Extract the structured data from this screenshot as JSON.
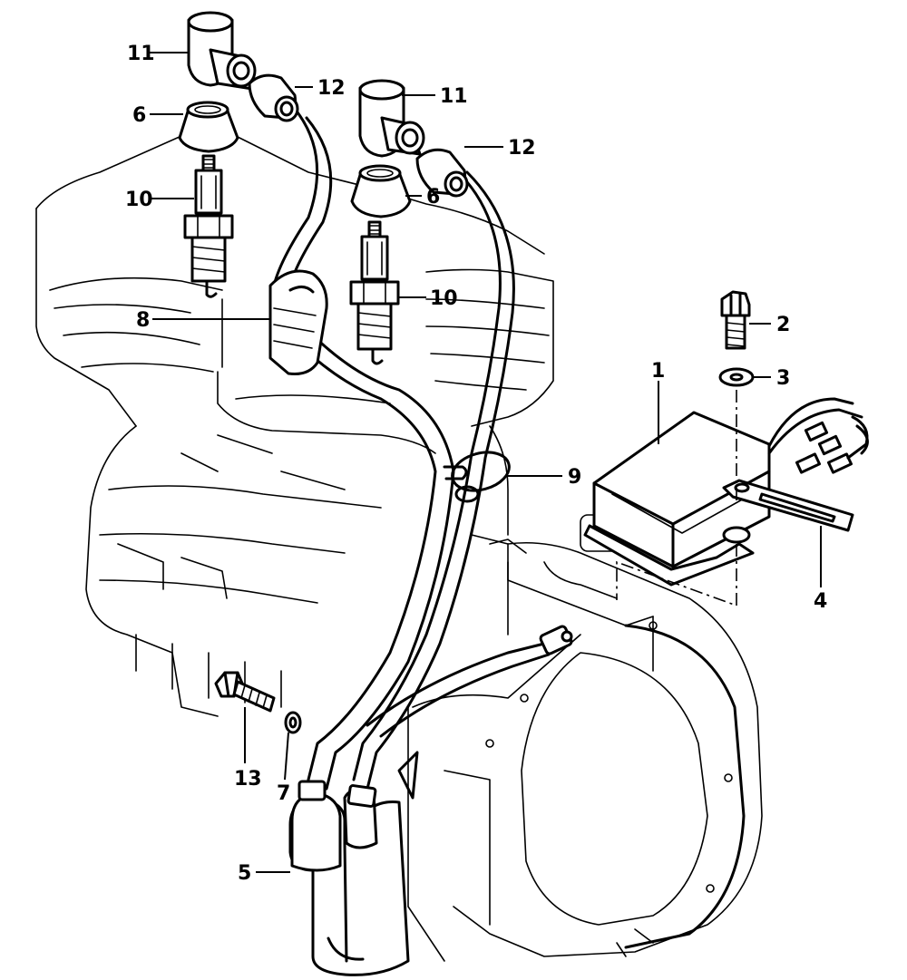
{
  "diagram": {
    "callouts": [
      {
        "id": "c1",
        "label": "1",
        "part": "voltage-regulator"
      },
      {
        "id": "c2",
        "label": "2",
        "part": "regulator-bolt"
      },
      {
        "id": "c3",
        "label": "3",
        "part": "regulator-washer"
      },
      {
        "id": "c4",
        "label": "4",
        "part": "mounting-bracket"
      },
      {
        "id": "c5",
        "label": "5",
        "part": "ignition-coil"
      },
      {
        "id": "c6a",
        "label": "6",
        "part": "spark-plug-boot-left"
      },
      {
        "id": "c6b",
        "label": "6",
        "part": "spark-plug-boot-right"
      },
      {
        "id": "c7",
        "label": "7",
        "part": "coil-washer"
      },
      {
        "id": "c8",
        "label": "8",
        "part": "wire-grommet"
      },
      {
        "id": "c9",
        "label": "9",
        "part": "wire-clamp"
      },
      {
        "id": "c10a",
        "label": "10",
        "part": "spark-plug-left"
      },
      {
        "id": "c10b",
        "label": "10",
        "part": "spark-plug-right"
      },
      {
        "id": "c11a",
        "label": "11",
        "part": "plug-cap-left"
      },
      {
        "id": "c11b",
        "label": "11",
        "part": "plug-cap-right"
      },
      {
        "id": "c12a",
        "label": "12",
        "part": "wire-seal-left"
      },
      {
        "id": "c12b",
        "label": "12",
        "part": "wire-seal-right"
      },
      {
        "id": "c13",
        "label": "13",
        "part": "coil-bolt"
      }
    ]
  }
}
